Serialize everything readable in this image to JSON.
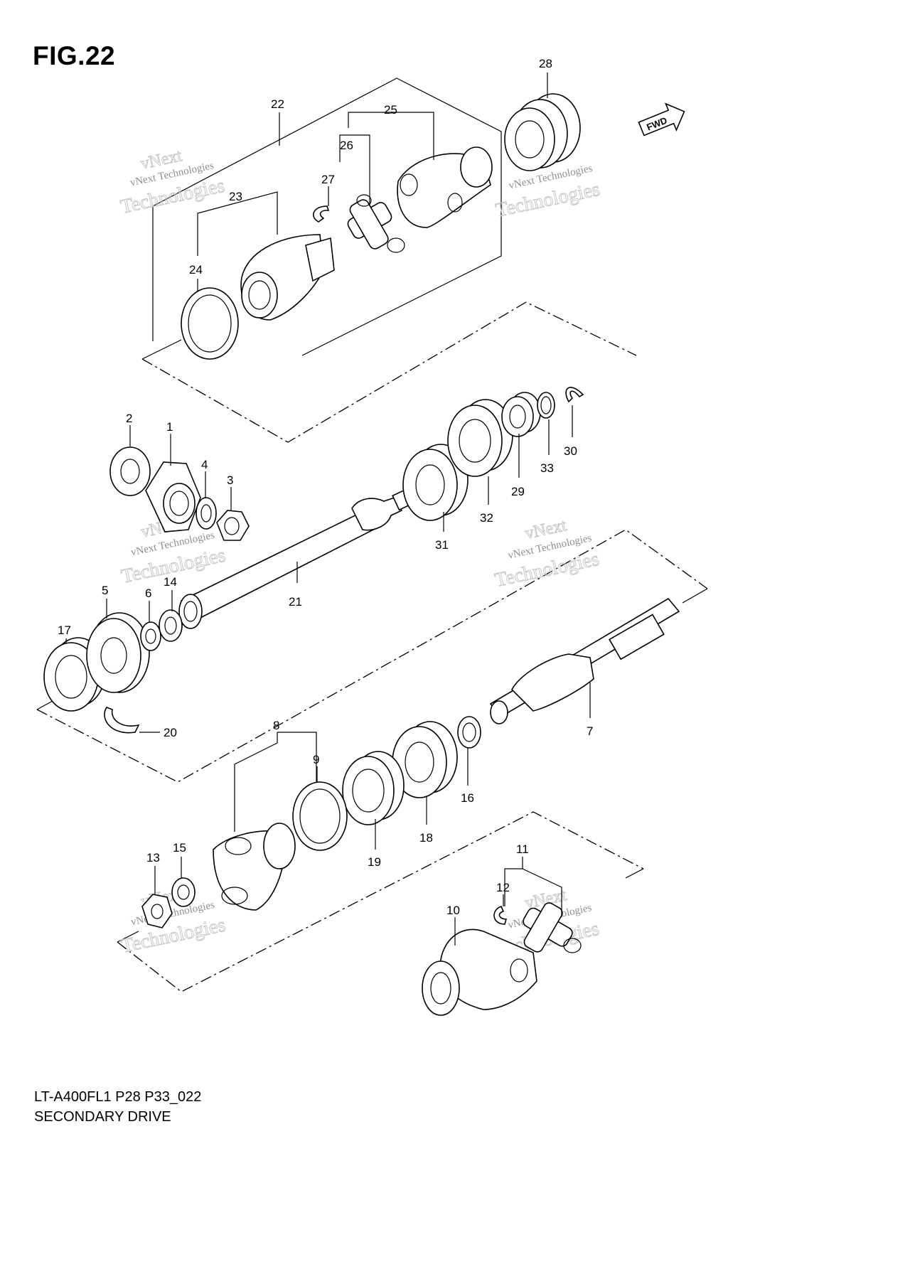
{
  "figure_title": "FIG.22",
  "footer": {
    "model_code": "LT-A400FL1 P28 P33_022",
    "section_name": "SECONDARY DRIVE"
  },
  "fwd_badge": "FWD",
  "watermark": {
    "line1": "vNext Technologies",
    "line2": "vNext",
    "line3": "Technologies"
  },
  "callouts": {
    "p1": "1",
    "p2": "2",
    "p3": "3",
    "p4": "4",
    "p5": "5",
    "p6": "6",
    "p7": "7",
    "p8": "8",
    "p9": "9",
    "p10": "10",
    "p11": "11",
    "p12": "12",
    "p13": "13",
    "p14": "14",
    "p15": "15",
    "p16": "16",
    "p17": "17",
    "p18": "18",
    "p19": "19",
    "p20": "20",
    "p21": "21",
    "p22": "22",
    "p23": "23",
    "p24": "24",
    "p25": "25",
    "p26": "26",
    "p27": "27",
    "p28": "28",
    "p29": "29",
    "p30": "30",
    "p31": "31",
    "p32": "32",
    "p33": "33"
  }
}
